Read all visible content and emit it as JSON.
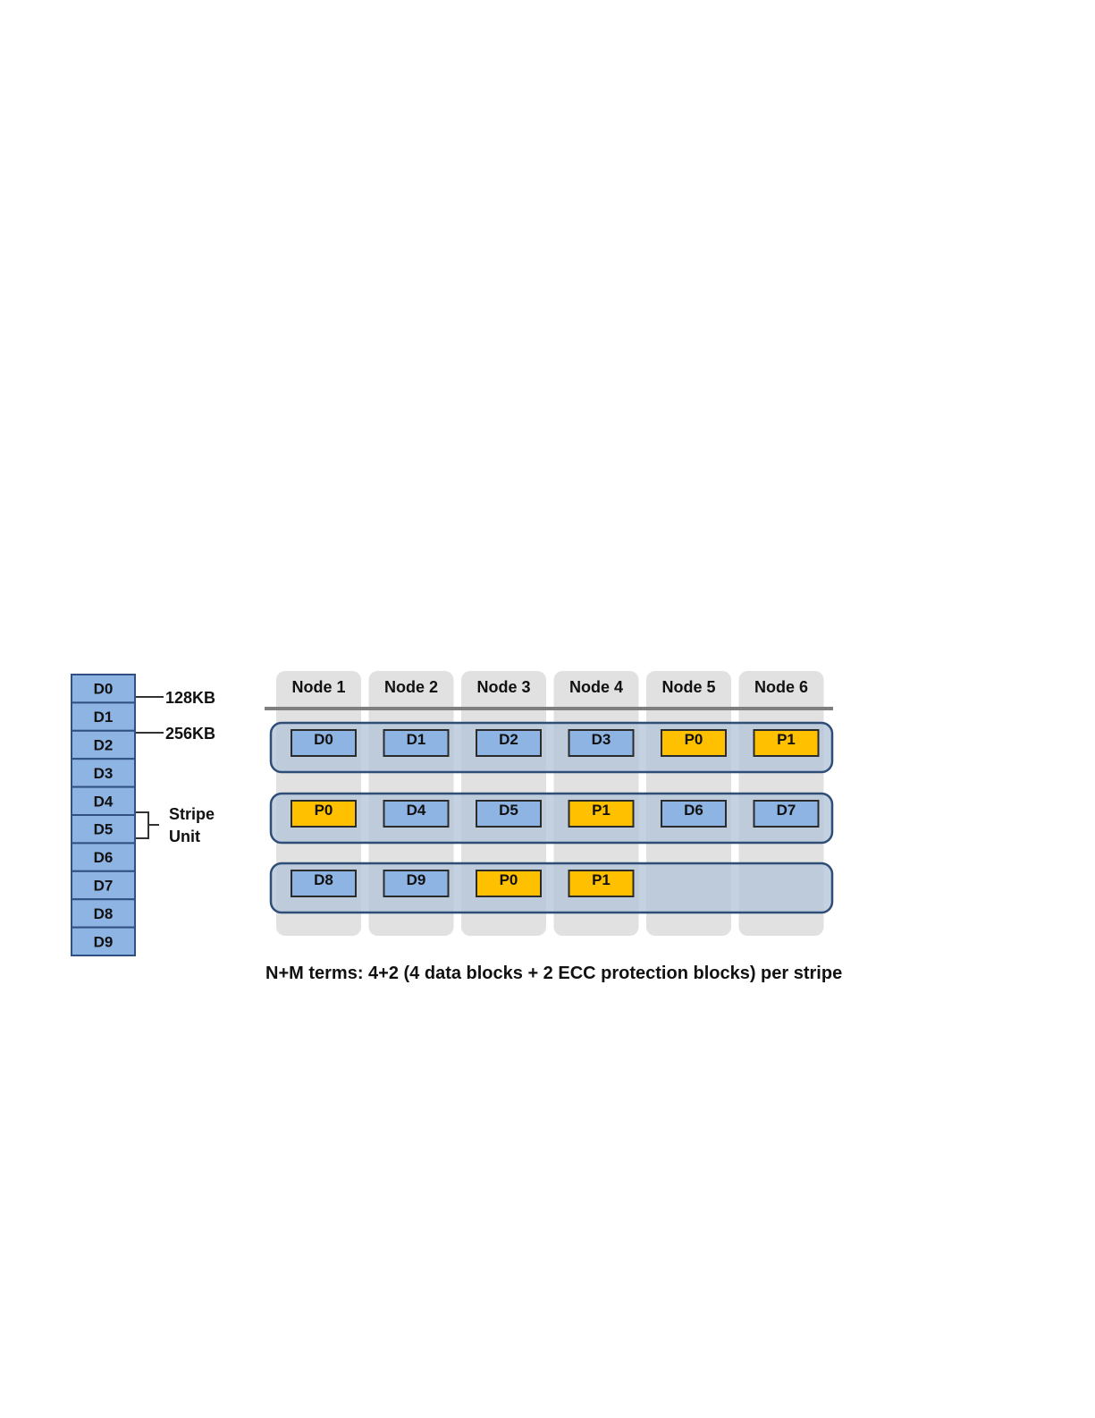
{
  "colors": {
    "data_block": "#8eb4e3",
    "parity_block": "#ffc000",
    "block_border": "#2f5080",
    "node_column": "#e1e1e1",
    "stripe_band": "#b4c4d7",
    "stripe_border": "#2e4e78",
    "separator": "#7f7f7f"
  },
  "file_blocks": [
    "D0",
    "D1",
    "D2",
    "D3",
    "D4",
    "D5",
    "D6",
    "D7",
    "D8",
    "D9"
  ],
  "annotations": {
    "size_128": "128KB",
    "size_256": "256KB",
    "stripe_unit_line1": "Stripe",
    "stripe_unit_line2": "Unit"
  },
  "nodes": [
    "Node 1",
    "Node 2",
    "Node 3",
    "Node 4",
    "Node 5",
    "Node 6"
  ],
  "stripes": [
    [
      {
        "label": "D0",
        "kind": "data"
      },
      {
        "label": "D1",
        "kind": "data"
      },
      {
        "label": "D2",
        "kind": "data"
      },
      {
        "label": "D3",
        "kind": "data"
      },
      {
        "label": "P0",
        "kind": "parity"
      },
      {
        "label": "P1",
        "kind": "parity"
      }
    ],
    [
      {
        "label": "P0",
        "kind": "parity"
      },
      {
        "label": "D4",
        "kind": "data"
      },
      {
        "label": "D5",
        "kind": "data"
      },
      {
        "label": "P1",
        "kind": "parity"
      },
      {
        "label": "D6",
        "kind": "data"
      },
      {
        "label": "D7",
        "kind": "data"
      }
    ],
    [
      {
        "label": "D8",
        "kind": "data"
      },
      {
        "label": "D9",
        "kind": "data"
      },
      {
        "label": "P0",
        "kind": "parity"
      },
      {
        "label": "P1",
        "kind": "parity"
      }
    ]
  ],
  "caption": "N+M terms: 4+2 (4 data blocks + 2 ECC protection blocks) per stripe"
}
